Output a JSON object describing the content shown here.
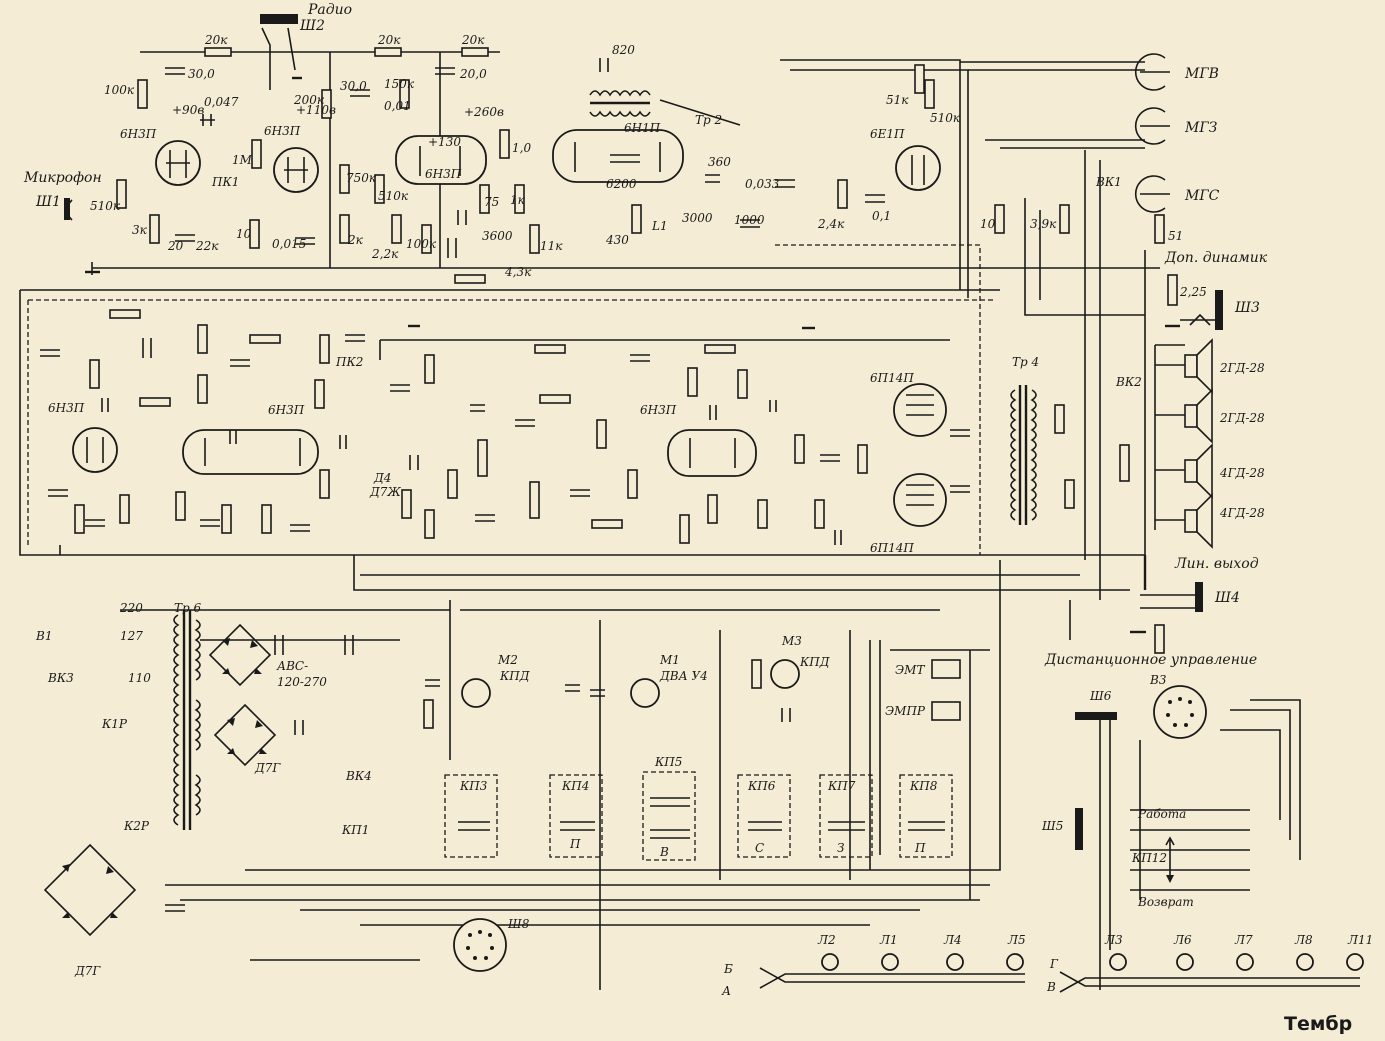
{
  "diagram": {
    "labels": {
      "radio": "Радио",
      "sh2": "Ш2",
      "microphone": "Микрофон",
      "sh1": "Ш1",
      "mgv": "МГВ",
      "mgz": "МГЗ",
      "mgs": "МГС",
      "vk1": "ВК1",
      "dop_dinamik": "Доп. динамик",
      "sh3": "Ш3",
      "vk2": "ВК2",
      "tr2": "Тр 2",
      "tr4": "Тр 4",
      "tr6": "Тр 6",
      "lin_vyhod": "Лин. выход",
      "sh4": "Ш4",
      "pk1": "ПК1",
      "pk2": "ПК2",
      "l1": "L1",
      "d4": "Д4",
      "d4_type": "Д7Ж",
      "v1": "В1",
      "vk3": "ВК3",
      "k1r": "К1Р",
      "k2r": "К2Р",
      "vk4": "ВК4",
      "kp1": "КП1",
      "d7g_top": "Д7Г",
      "d7g_bottom": "Д7Г",
      "avs": "АВС-",
      "avs_val": "120-270",
      "remote_title": "Дистанционное управление",
      "sh6": "Ш6",
      "sh5": "Ш5",
      "sh8": "Ш8",
      "v3": "В3",
      "rabota": "Работа",
      "vozvrat": "Возврат",
      "kp12": "КП12",
      "emt": "ЭМТ",
      "empr": "ЭМПР",
      "m1": "М1",
      "m1_type": "ДВА У4",
      "m2": "М2",
      "m3": "М3",
      "kpd": "КПД",
      "kpd2": "КПД",
      "timbre": "Тембр"
    },
    "tubes": {
      "t1": "6Н3П",
      "t2": "6Н3П",
      "t3": "6Н3П",
      "t4": "6Н1П",
      "t5": "6Е1П",
      "t6": "6Н3П",
      "t7": "6Н3П",
      "t8": "6Н3П",
      "t9": "6П14П",
      "t10": "6П14П"
    },
    "speakers": [
      "2ГД-28",
      "2ГД-28",
      "4ГД-28",
      "4ГД-28"
    ],
    "switches": [
      "КП3",
      "КП4",
      "КП5",
      "КП6",
      "КП7",
      "КП8"
    ],
    "switch_marks": [
      "П",
      "В",
      "С",
      "З",
      "П"
    ],
    "lamps": [
      "Л2",
      "Л1",
      "Л4",
      "Л5",
      "Л3",
      "Л6",
      "Л7",
      "Л8",
      "Л11"
    ],
    "bus_letters": [
      "Б",
      "А",
      "Г",
      "В"
    ],
    "tr6_taps": [
      "220",
      "127",
      "110"
    ],
    "values": {
      "r20k_a": "20к",
      "r20k_b": "20к",
      "r20k_c": "20к",
      "c30": "30,0",
      "c20": "20,0",
      "c30b": "30,0",
      "r100k": "100к",
      "c0047": "0,047",
      "v90": "+90в",
      "v110": "+110в",
      "v260": "+260в",
      "v130": "+130",
      "r200k": "200к",
      "r150k": "150к",
      "c001": "0,01",
      "c820": "820",
      "r51k": "51к",
      "r510k": "510к",
      "r1m": "1М",
      "r750k": "750к",
      "r510k2": "510к",
      "r2k": "2к",
      "r22k": "2,2к",
      "r100k2": "100к",
      "c3600": "3600",
      "r43k": "4,3к",
      "r11k": "11к",
      "r1k": "1к",
      "r75": "75",
      "c6200": "6200",
      "r430": "430",
      "c3000": "3000",
      "c1000": "1000",
      "c0033": "0,033",
      "c360": "360",
      "r24k": "2,4к",
      "c01": "0,1",
      "r10": "10",
      "r39k": "3,9к",
      "r51": "51",
      "r225": "2,25",
      "c0015": "0,015",
      "r3k": "3к",
      "c20b": "20",
      "r22kb": "22к",
      "r10b": "10",
      "c10": "1,0",
      "r510kb": "510к"
    }
  }
}
